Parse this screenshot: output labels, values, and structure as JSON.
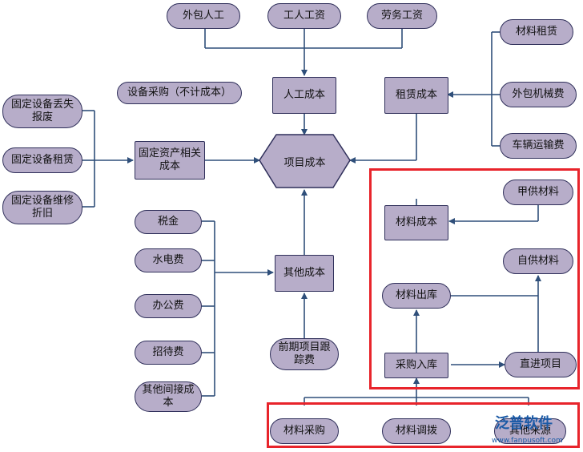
{
  "nodes": {
    "waibao_rengong": "外包人工",
    "gongren_gongzi": "工人工资",
    "laowu_gongzi": "劳务工资",
    "rengong_chengben": "人工成本",
    "zulin_chengben": "租赁成本",
    "cailiao_zulin": "材料租赁",
    "waibao_jixie": "外包机械费",
    "cheliang_yunshu": "车辆运输费",
    "shebei_caigou_note": "设备采购（不计成本）",
    "gd_diushi": "固定设备丢失报废",
    "gd_zulin": "固定设备租赁",
    "gd_weixiu": "固定设备维修折旧",
    "guding_zichan": "固定资产相关成本",
    "xiangmu_chengben": "项目成本",
    "cailiao_chengben": "材料成本",
    "jiagong_cailiao": "甲供材料",
    "zigong_cailiao": "自供材料",
    "cailiao_chuku": "材料出库",
    "caigou_ruku": "采购入库",
    "zhijin_xiangmu": "直进项目",
    "shuijin": "税金",
    "shuidian": "水电费",
    "bangong": "办公费",
    "zhaodai": "招待费",
    "qita_jianjie": "其他间接成本",
    "qita_chengben": "其他成本",
    "qianqi_xiangmu": "前期项目跟踪费",
    "cailiao_caigou": "材料采购",
    "cailiao_diaobo": "材料调拨",
    "qita_laiyuan": "其他来源"
  },
  "watermark": {
    "brand": "泛普软件",
    "url": "www.fanpusoft.com"
  },
  "colors": {
    "node_fill": "#b7adc9",
    "node_border": "#2f2f5a",
    "line": "#2f4f7a",
    "highlight": "#e8242b"
  }
}
